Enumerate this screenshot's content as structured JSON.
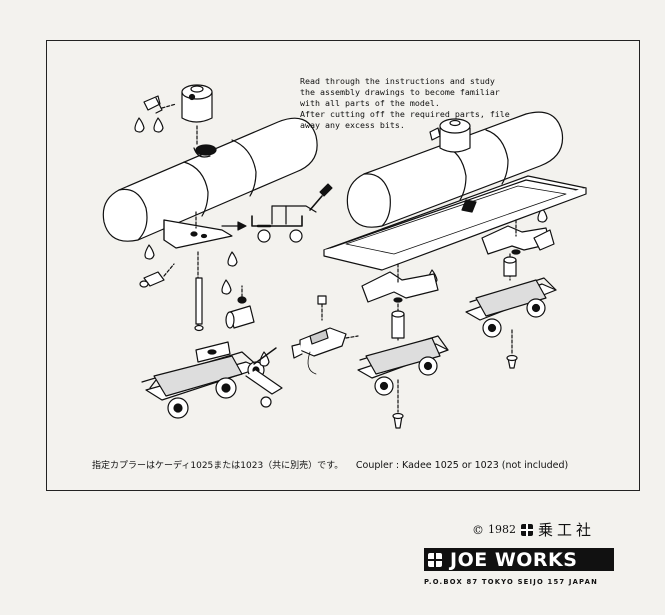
{
  "instructions": {
    "lines": [
      "Read through the instructions and study",
      "the assembly drawings to become familiar",
      "with all parts of the model.",
      "After cutting off the required parts, file",
      "away any excess bits."
    ]
  },
  "coupler_note": {
    "japanese": "指定カプラーはケーディ1025または1023（共に別売）です。",
    "english": "Coupler : Kadee 1025 or 1023 (not included)"
  },
  "footer": {
    "copyright_symbol": "©",
    "year": "1982",
    "publisher_jp": "乗工社",
    "brand": "JOE WORKS",
    "address": "P.O.BOX 87  TOKYO SEIJO 157   JAPAN"
  },
  "icons": [
    "glue-drop-icon",
    "no-glue-icon",
    "file-tool-icon",
    "arrow-icon"
  ]
}
